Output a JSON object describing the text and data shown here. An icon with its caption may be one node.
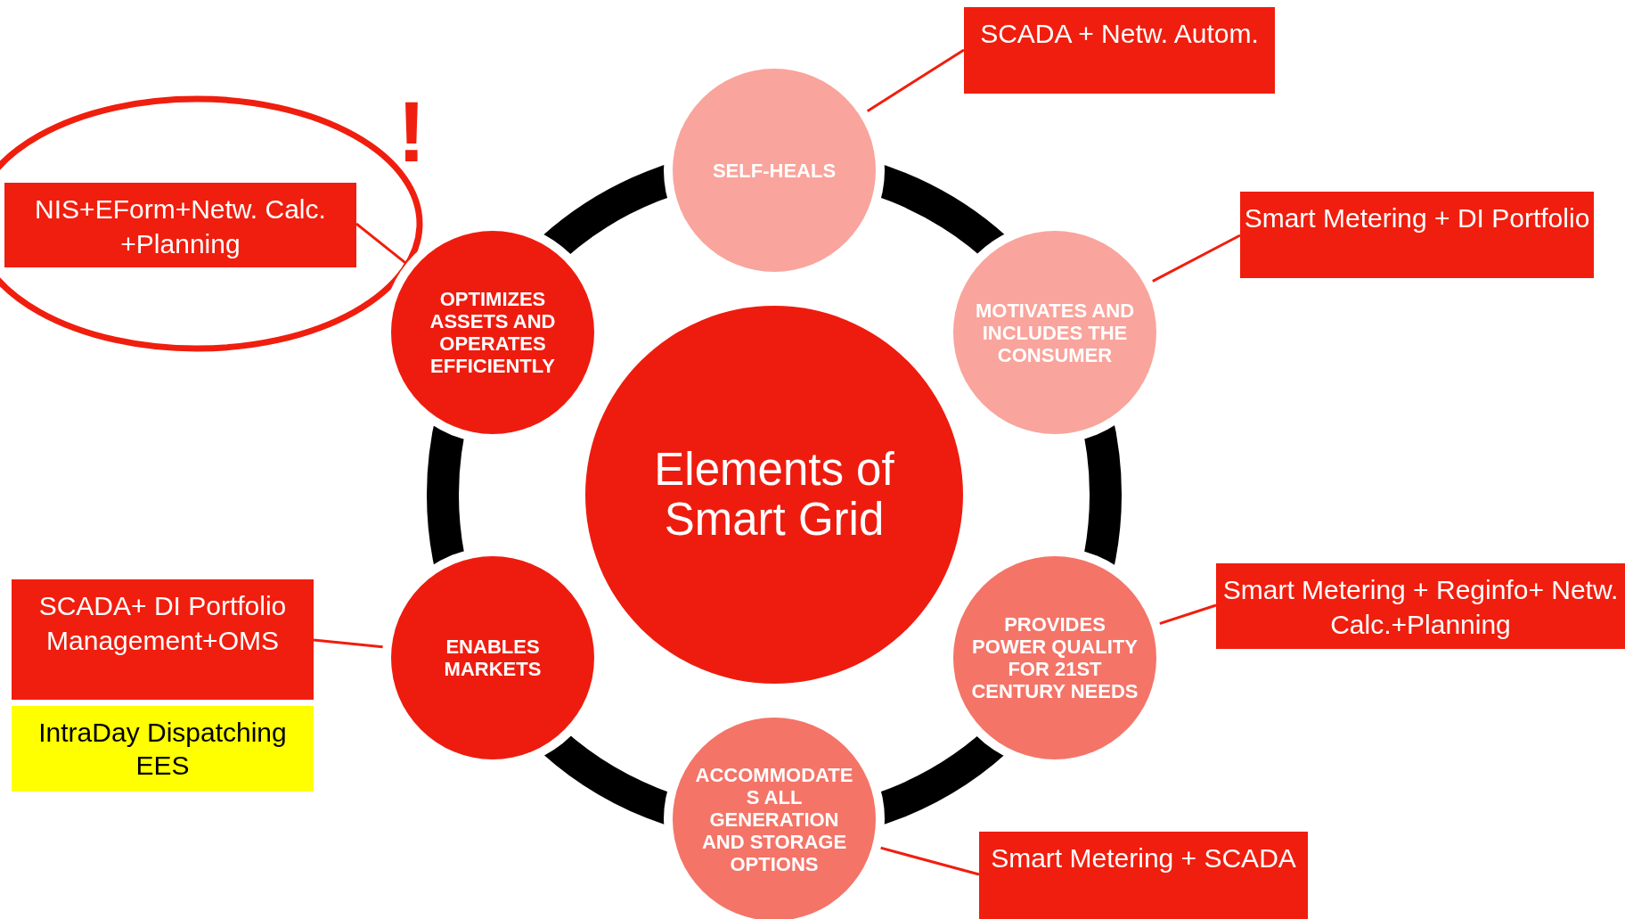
{
  "diagram": {
    "nodes": [
      {
        "text": [
          "Elements of Smart Grid"
        ]
      },
      {
        "text": [
          "SELF-HEALS"
        ]
      },
      {
        "text": [
          "MOTIVATES AND INCLUDES THE CONSUMER"
        ]
      },
      {
        "text": [
          "PROVIDES POWER QUALITY FOR 21ST CENTURY NEEDS"
        ]
      },
      {
        "text": [
          "ACCOMMODATES ALL GENERATION AND STORAGE OPTIONS"
        ]
      },
      {
        "text": [
          "ENABLES MARKETS"
        ]
      },
      {
        "text": [
          "OPTIMIZES ASSETS AND OPERATES EFFICIENTLY"
        ]
      },
      {
        "text": [
          "SCADA + Netw. Autom."
        ]
      },
      {
        "text": [
          "Smart Metering + DI Portfolio"
        ]
      },
      {
        "text": [
          "Smart Metering + Reginfo+ Netw. Calc.+Planning"
        ]
      },
      {
        "text": [
          "Smart Metering + SCADA"
        ]
      },
      {
        "text": [
          "NIS+EForm+Netw. Calc. +Planning"
        ]
      },
      {
        "text": [
          "SCADA+ DI Portfolio Management+OMS"
        ]
      },
      {
        "text": [
          "IntraDay Dispatching EES"
        ]
      }
    ],
    "edges": [
      {
        "from": 7,
        "to": 1,
        "arrow": "none"
      },
      {
        "from": 8,
        "to": 2,
        "arrow": "none"
      },
      {
        "from": 9,
        "to": 3,
        "arrow": "none"
      },
      {
        "from": 10,
        "to": 4,
        "arrow": "none"
      },
      {
        "from": 11,
        "to": 6,
        "arrow": "none"
      },
      {
        "from": 12,
        "to": 5,
        "arrow": "none"
      }
    ],
    "labels": [
      "!"
    ]
  }
}
